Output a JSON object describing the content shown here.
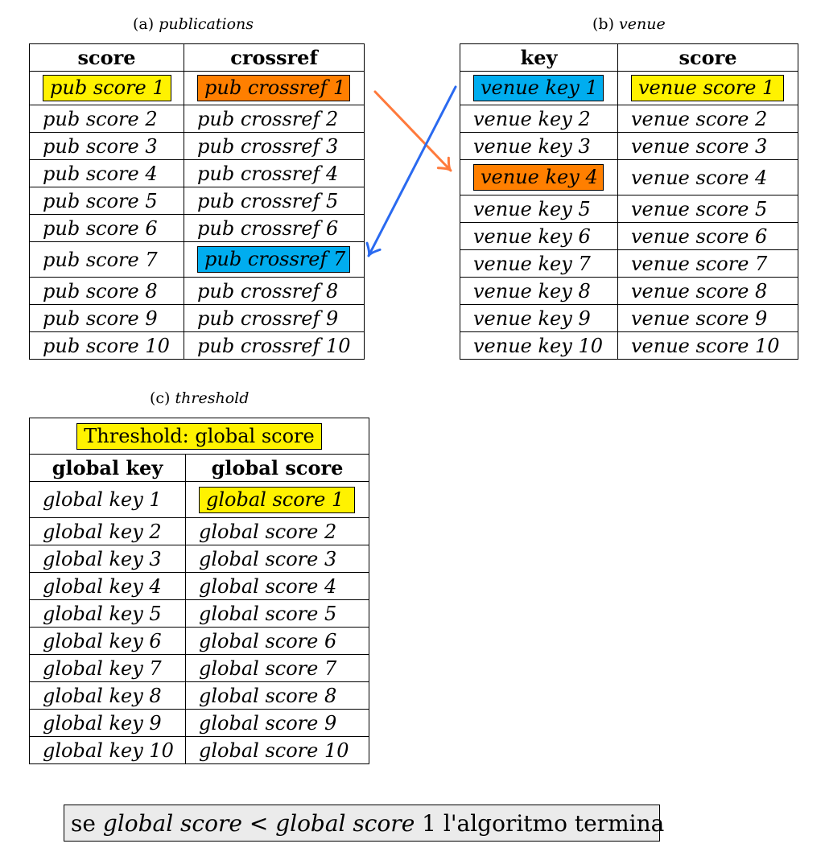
{
  "colors": {
    "yellow": "#fff200",
    "orange": "#ff7f00",
    "blue": "#00adef",
    "arrow_orange": "#ff7a3c",
    "arrow_blue": "#2a6af0",
    "conclusion_bg": "#ebebeb"
  },
  "publications": {
    "caption_label": "(a)",
    "caption_title": "publications",
    "headers": [
      "score",
      "crossref"
    ],
    "rows": [
      [
        "pub score 1",
        "pub crossref 1"
      ],
      [
        "pub score 2",
        "pub crossref 2"
      ],
      [
        "pub score 3",
        "pub crossref 3"
      ],
      [
        "pub score 4",
        "pub crossref 4"
      ],
      [
        "pub score 5",
        "pub crossref 5"
      ],
      [
        "pub score 6",
        "pub crossref 6"
      ],
      [
        "pub score 7",
        "pub crossref 7"
      ],
      [
        "pub score 8",
        "pub crossref 8"
      ],
      [
        "pub score 9",
        "pub crossref 9"
      ],
      [
        "pub score 10",
        "pub crossref 10"
      ]
    ],
    "highlights": [
      {
        "row": 0,
        "col": 0,
        "color": "yellow"
      },
      {
        "row": 0,
        "col": 1,
        "color": "orange"
      },
      {
        "row": 6,
        "col": 1,
        "color": "blue"
      }
    ]
  },
  "venue": {
    "caption_label": "(b)",
    "caption_title": "venue",
    "headers": [
      "key",
      "score"
    ],
    "rows": [
      [
        "venue key 1",
        "venue score 1"
      ],
      [
        "venue key 2",
        "venue score 2"
      ],
      [
        "venue key 3",
        "venue score 3"
      ],
      [
        "venue key 4",
        "venue score 4"
      ],
      [
        "venue key 5",
        "venue score 5"
      ],
      [
        "venue key 6",
        "venue score 6"
      ],
      [
        "venue key 7",
        "venue score 7"
      ],
      [
        "venue key 8",
        "venue score 8"
      ],
      [
        "venue key 9",
        "venue score 9"
      ],
      [
        "venue key 10",
        "venue score 10"
      ]
    ],
    "highlights": [
      {
        "row": 0,
        "col": 0,
        "color": "blue"
      },
      {
        "row": 0,
        "col": 1,
        "color": "yellow"
      },
      {
        "row": 3,
        "col": 0,
        "color": "orange"
      }
    ]
  },
  "threshold": {
    "caption_label": "(c)",
    "caption_title": "threshold",
    "banner": "Threshold: global score",
    "headers": [
      "global key",
      "global score"
    ],
    "rows": [
      [
        "global key 1",
        "global score 1"
      ],
      [
        "global key 2",
        "global score 2"
      ],
      [
        "global key 3",
        "global score 3"
      ],
      [
        "global key 4",
        "global score 4"
      ],
      [
        "global key 5",
        "global score 5"
      ],
      [
        "global key 6",
        "global score 6"
      ],
      [
        "global key 7",
        "global score 7"
      ],
      [
        "global key 8",
        "global score 8"
      ],
      [
        "global key 9",
        "global score 9"
      ],
      [
        "global key 10",
        "global score 10"
      ]
    ],
    "highlights": [
      {
        "row": 0,
        "col": 1,
        "color": "yellow"
      }
    ]
  },
  "arrows": [
    {
      "from": "publications.crossref.1",
      "to": "venue.key.4",
      "color": "arrow_orange"
    },
    {
      "from": "venue.key.1",
      "to": "publications.crossref.7",
      "color": "arrow_blue"
    }
  ],
  "conclusion": {
    "part1": "se ",
    "part2": "global score",
    "part3": " < ",
    "part4": "global score",
    "part5": " 1 l'algoritmo termina"
  }
}
